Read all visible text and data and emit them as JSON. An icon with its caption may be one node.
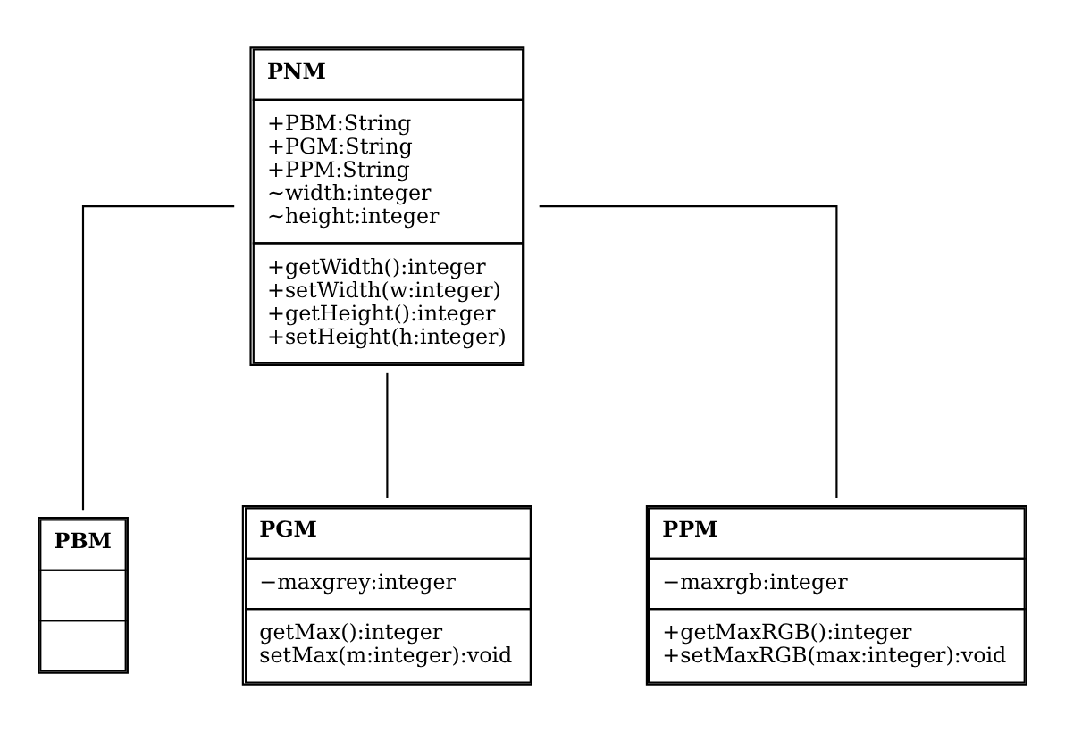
{
  "diagram": {
    "nodes": [
      {
        "text": [
          "PNM",
          "+PBM:String +PGM:String +PPM:String ∼width:integer ∼height:integer",
          "+getWidth():integer +setWidth(w:integer) +getHeight():integer +setHeight(h:integer)"
        ]
      },
      {
        "text": [
          "PBM"
        ]
      },
      {
        "text": [
          "PGM",
          "−maxgrey:integer",
          "getMax():integer setMax(m:integer):void"
        ]
      },
      {
        "text": [
          "PPM",
          "−maxrgb:integer",
          "+getMaxRGB():integer +setMaxRGB(max:integer):void"
        ]
      }
    ],
    "edges": [
      {
        "from": 0,
        "to": 1,
        "arrow": "none"
      },
      {
        "from": 0,
        "to": 2,
        "arrow": "none"
      },
      {
        "from": 0,
        "to": 3,
        "arrow": "none"
      }
    ]
  }
}
